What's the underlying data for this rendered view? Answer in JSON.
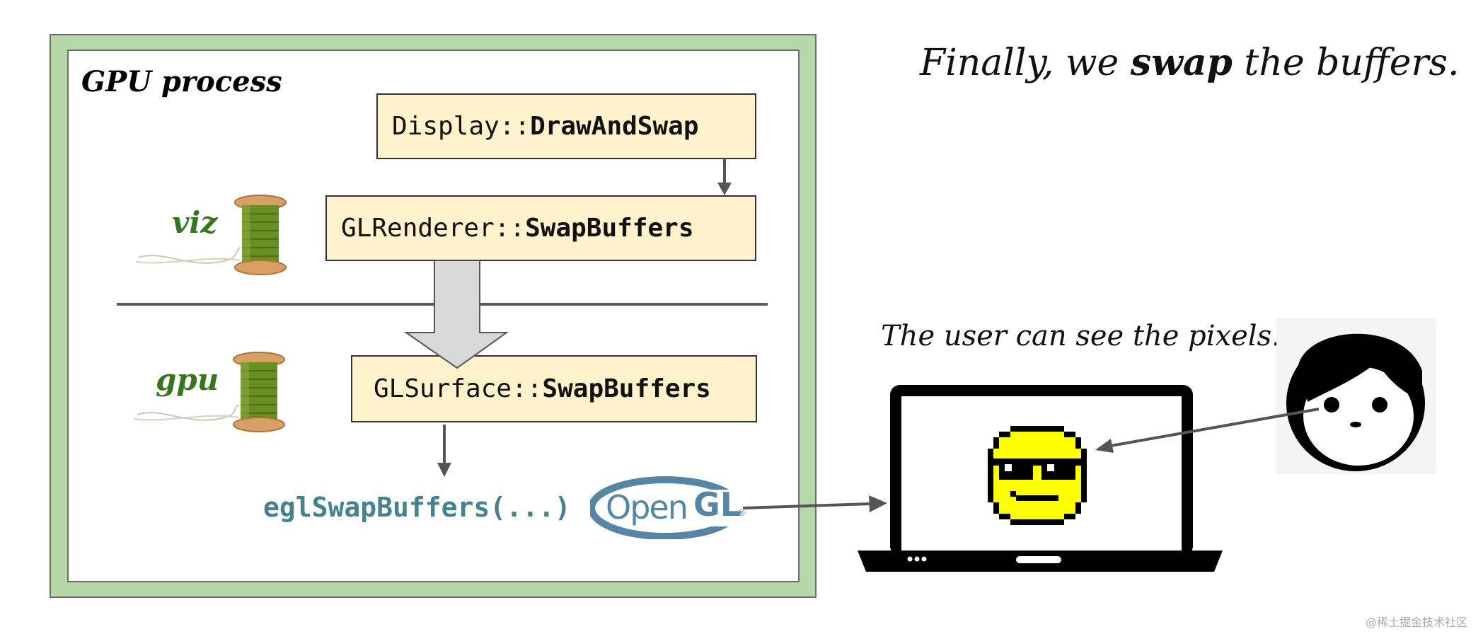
{
  "headline": {
    "pre": "Finally, we ",
    "bold": "swap",
    "post": " the buffers."
  },
  "gpu_process": {
    "title": "GPU process",
    "threads": [
      {
        "label": "viz"
      },
      {
        "label": "gpu"
      }
    ],
    "functions": {
      "display": {
        "prefix": "Display::",
        "method": "DrawAndSwap"
      },
      "gl_renderer": {
        "prefix": "GLRenderer::",
        "method": "SwapBuffers"
      },
      "gl_surface": {
        "prefix": "GLSurface::",
        "method": "SwapBuffers"
      }
    },
    "egl_call": "eglSwapBuffers(...)",
    "opengl_logo": {
      "text_open": "Open",
      "text_gl": "GL",
      "reg": "®"
    }
  },
  "user_caption": "The user can see the pixels.",
  "watermark": "@稀土掘金技术社区",
  "colors": {
    "outer_green": "#b6d7a8",
    "box_fill": "#fff2cc",
    "thread_label": "#38761d",
    "egl_text": "#45818e",
    "opengl_blue": "#5586a4",
    "smiley_yellow": "#ffff00",
    "arrow_gray": "#555555"
  },
  "icons": [
    "thread-spool-icon",
    "opengl-logo-icon",
    "laptop-icon",
    "pixel-smiley-icon",
    "user-face-icon"
  ]
}
